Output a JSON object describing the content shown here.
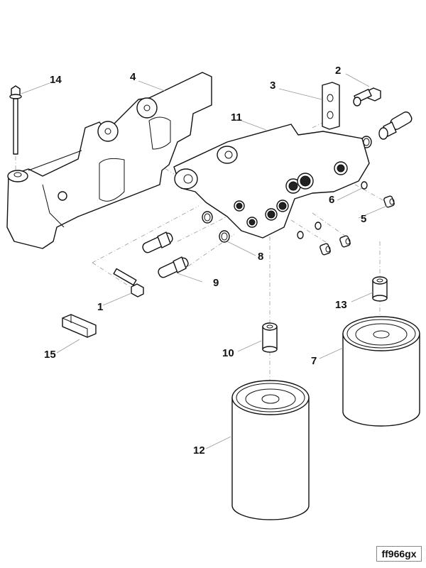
{
  "figure": {
    "type": "exploded-parts-view",
    "subject": "fuel filter head assembly",
    "figure_code": "ff966gx"
  },
  "callouts": [
    {
      "number": "1",
      "part": "bolt (mounting)"
    },
    {
      "number": "2",
      "part": "bolt"
    },
    {
      "number": "3",
      "part": "plate"
    },
    {
      "number": "4",
      "part": "mounting bracket"
    },
    {
      "number": "5",
      "part": "plug"
    },
    {
      "number": "6",
      "part": "o-ring"
    },
    {
      "number": "7",
      "part": "fuel filter (short)"
    },
    {
      "number": "8",
      "part": "sealing washer"
    },
    {
      "number": "9",
      "part": "fitting"
    },
    {
      "number": "10",
      "part": "adapter nipple"
    },
    {
      "number": "11",
      "part": "filter head"
    },
    {
      "number": "12",
      "part": "fuel filter (long)"
    },
    {
      "number": "13",
      "part": "adapter nipple"
    },
    {
      "number": "14",
      "part": "long bolt"
    },
    {
      "number": "15",
      "part": "electrical connector"
    }
  ]
}
